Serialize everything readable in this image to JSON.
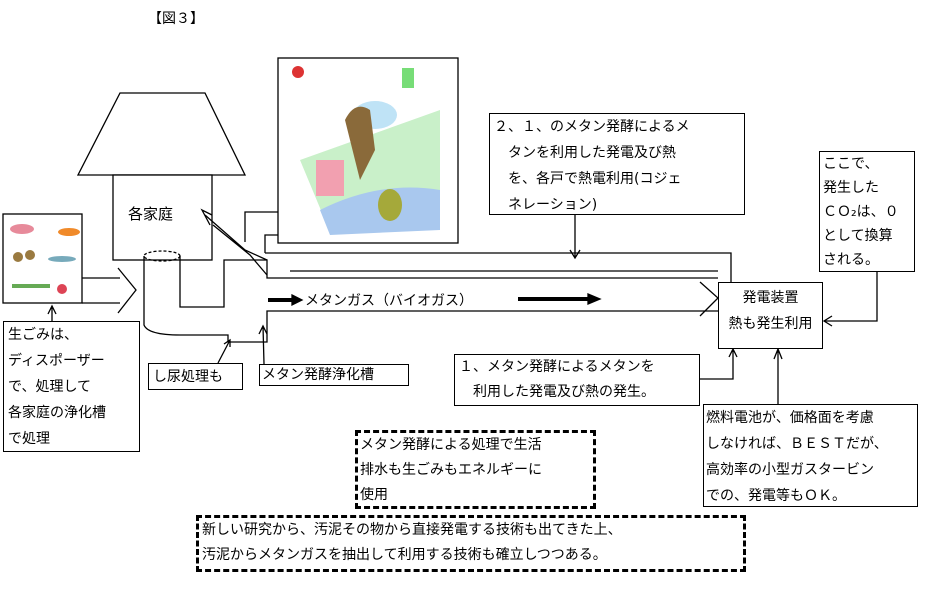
{
  "figure_label": "【図３】",
  "house_label": "各家庭",
  "gas_label": "メタンガス（バイオガス）",
  "boxes": {
    "garbage": [
      "生ごみは、",
      "ディスポーザー",
      "で、処理して",
      "各家庭の浄化槽",
      "で処理"
    ],
    "night_soil": "し尿処理も",
    "tank": "メタン発酵浄化槽",
    "cogeneration": [
      "２、１、のメタン発酵によるメ",
      "　タンを利用した発電及び熱",
      "　を、各戸で熱電利用(コジェ",
      "　ネレーション)"
    ],
    "co2": [
      "ここで、",
      "発生した",
      "ＣＯ₂は、０",
      "として換算",
      "される。"
    ],
    "generator": [
      "発電装置",
      "熱も発生利用"
    ],
    "methane_power": [
      "１、メタン発酵によるメタンを",
      "　利用した発電及び熱の発生。"
    ],
    "fuel_cell": [
      "燃料電池が、価格面を考慮",
      "しなければ、ＢＥＳＴだが、",
      "高効率の小型ガスタービン",
      "での、発電等もＯＫ。"
    ],
    "summary": [
      "メタン発酵による処理で生活",
      "排水も生ごみもエネルギーに",
      "使用"
    ],
    "research": [
      "新しい研究から、汚泥その物から直接発電する技術も出てきた上、",
      "汚泥からメタンガスを抽出して利用する技術も確立しつつある。"
    ]
  }
}
